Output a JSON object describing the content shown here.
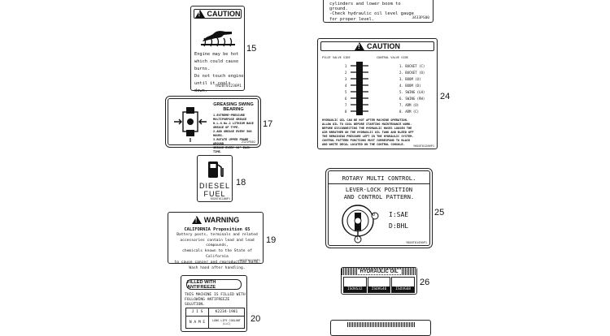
{
  "callouts": [
    "15",
    "17",
    "18",
    "19",
    "20",
    "24",
    "25",
    "26"
  ],
  "caution": "CAUTION",
  "warning": "WARNING",
  "top_decal": {
    "lines": [
      "cylinders and lower boom to",
      "ground.",
      "-Check hydraulic oil level gauge",
      "for proper level."
    ],
    "code": "3433PS00"
  },
  "decal15": {
    "lines": [
      "Engine may be hot",
      "which could cause",
      "burns.",
      "Do not touch engine",
      "until it cools down."
    ],
    "code": "YN20T01230P1"
  },
  "decal17": {
    "title_line1": "GREASING SWING",
    "title_line2": "BEARING",
    "items": [
      "1.EXTREME-PRESSURE",
      "MULTIPURPOSE GREASE",
      "N.L.G.No.2 LITHIUM BASE",
      "GREASE OF TYPE.",
      "2.ADD GREASE EVERY 500 HOURS.",
      "3.ROTATE UPPER FRAME AROUND",
      "GREASE EVERY 90° EACH TIME."
    ],
    "code": "2121PD02"
  },
  "decal18": {
    "line1": "DIESEL",
    "line2": "FUEL",
    "code": "YN20T01180P1"
  },
  "decal19": {
    "lines": [
      "CALIFORNIA Proposition 65",
      "Battery posts, terminals and related",
      "accessories contain lead and lead compounds,",
      "chemicals known to the State of California",
      "to cause cancer and reproductive harm.",
      "Wash hand after handling."
    ],
    "code": "YN20T01190P1"
  },
  "decal20": {
    "title": "FILLED WITH ANTIFREEZE",
    "lines": [
      "THIS MACHINE IS FILLED WITH",
      "FOLLOWING ANTIFREEZE SOLUTION."
    ],
    "jis_label": "J I S",
    "jis_value": "K2234-1981",
    "name_label": "N A M E",
    "name_value": "LONG LIFE COOLANT (LLC)"
  },
  "decal24": {
    "left_label": "PILOT VALVE SIDE",
    "right_label": "CONTROL VALVE SIDE",
    "ports": [
      "1",
      "2",
      "3",
      "4",
      "5",
      "6",
      "7",
      "8"
    ],
    "functions": [
      "1. BUCKET (C)",
      "2. BUCKET (O)",
      "3. BOOM (U)",
      "4. BOOM (D)",
      "5. SWING (LH)",
      "6. SWING (RH)",
      "7. ARM (O)",
      "8. ARM (C)"
    ],
    "notes": [
      "HYDRAULIC OIL CAN BE HOT AFTER MACHINE OPERATION.",
      "ALLOW OIL TO COOL BEFORE STARTING MAINTENANCE WORK.",
      "BEFORE DISCONNECTING THE HYDRAULIC HOSES LOOSEN THE",
      "AIR BREATHER ON THE HYDRAULIC OIL TANK AND BLEED OFF",
      "THE REMAINING PRESSURE LEFT IN THE HYDRAULIC SYSTEM.",
      "CONTROL PATTERN FUNCTIONS MUST CORRESPOND TO BLACK",
      "AND WHITE DECAL LOCATED ON THE CONTROL CONSOLE."
    ],
    "code": "YN20T01200P1"
  },
  "decal25": {
    "title": "ROTARY MULTI CONTROL.",
    "line1": "LEVER-LOCK POSITION",
    "line2": "AND CONTROL PATTERN.",
    "opt1": "I:SAE",
    "opt2": "D:BHL",
    "knob_d": "D",
    "knob_i": "I",
    "code": "YN20T01490P1"
  },
  "decal26": {
    "title": "HYDRAULIC OIL",
    "grades": [
      "ISOVG32",
      "ISOVG46",
      "ISOVG68"
    ]
  }
}
